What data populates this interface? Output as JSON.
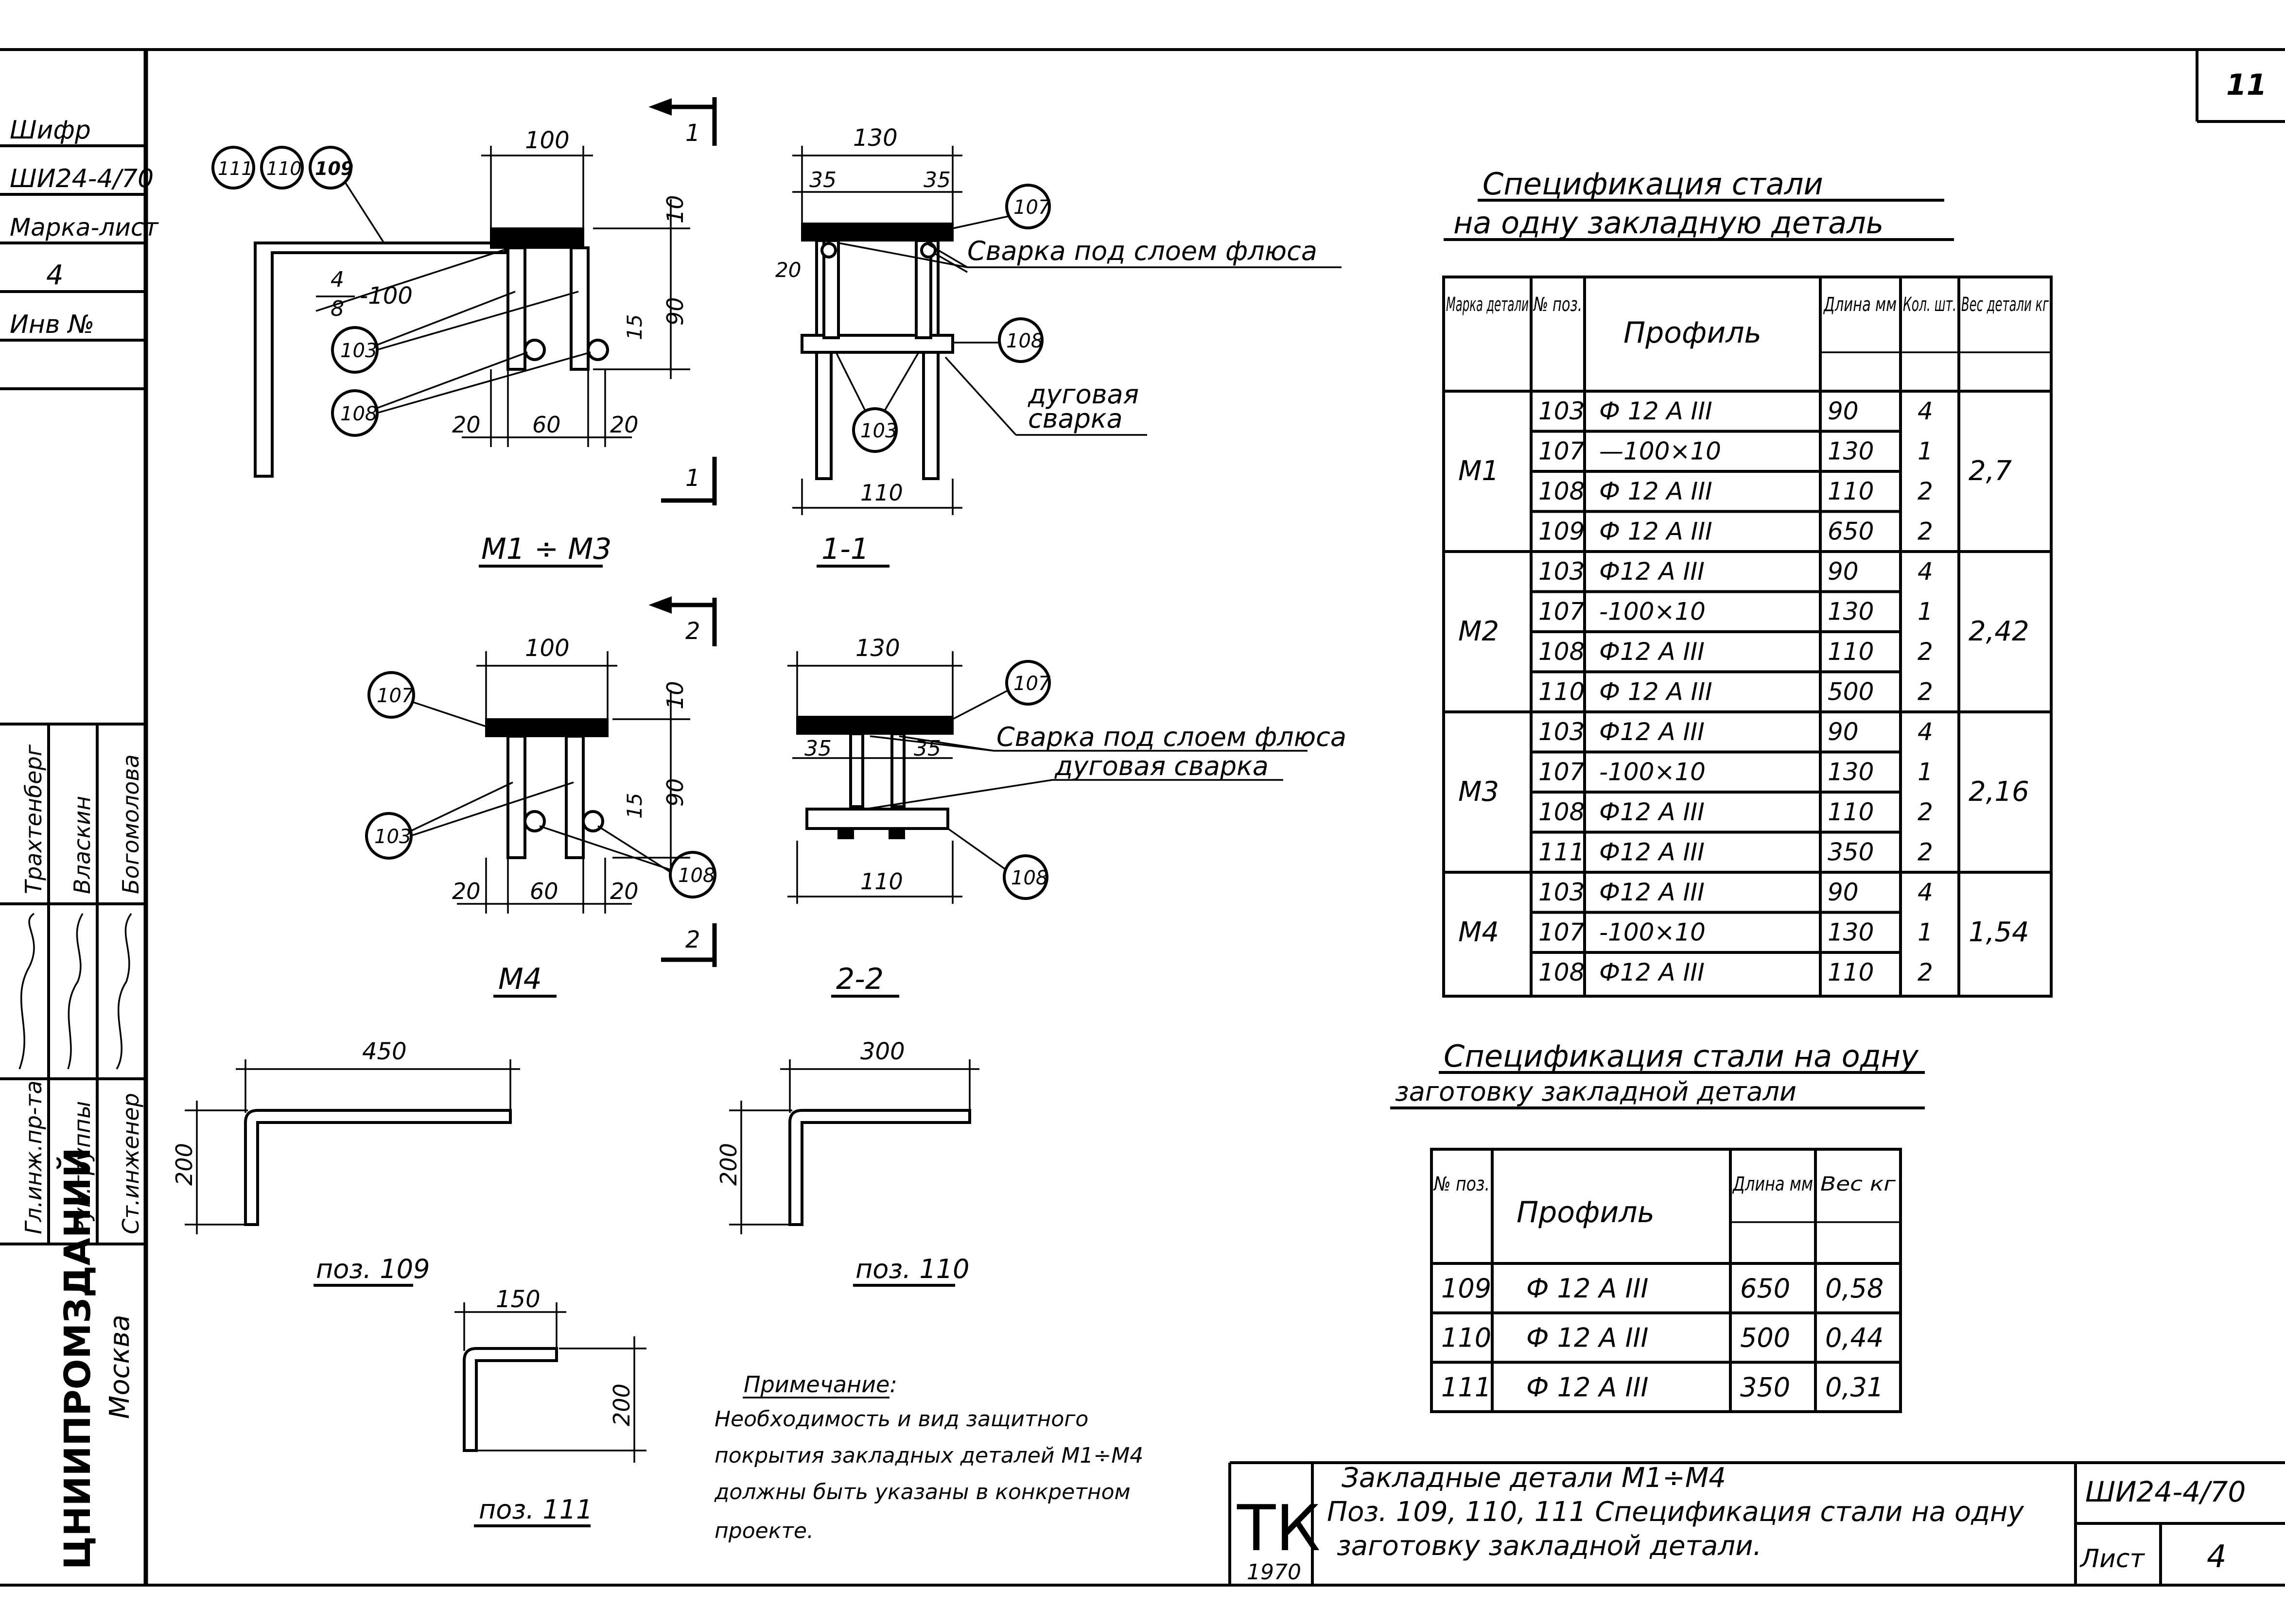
{
  "page_number": "11",
  "stamp": {
    "cipher_label": "Шифр",
    "cipher_value": "ШИ24-4/70",
    "brand_sheet_label": "Марка-лист",
    "brand_sheet_value": "4",
    "inv_label": "Инв №"
  },
  "signature_block": {
    "roles": [
      "Гл.инж.пр-та",
      "Рук.группы",
      "Ст.инженер"
    ],
    "names": [
      "Трахтенберг",
      "Власкин",
      "Богомолова"
    ],
    "org": "ЦНИИПРОМЗДАНИЙ",
    "city": "Москва"
  },
  "views": {
    "m1_m3": {
      "caption": "М1 ÷ М3",
      "dims": {
        "top": "100",
        "plate_t": "10",
        "bar_h": "90",
        "hole": "15",
        "left": "20",
        "mid": "60",
        "right": "20"
      },
      "weld_note_num": "4",
      "weld_note_den": "8",
      "weld_note_len": "-100",
      "callouts": [
        "111",
        "110",
        "109",
        "103",
        "108"
      ],
      "section_mark": "1"
    },
    "section_1_1": {
      "caption": "1-1",
      "dims": {
        "top": "130",
        "left": "35",
        "right": "35",
        "side": "20",
        "bottom": "110"
      },
      "callouts": [
        "107",
        "108",
        "103"
      ],
      "note_flux": "Сварка под слоем флюса",
      "note_arc_1": "дуговая",
      "note_arc_2": "сварка"
    },
    "m4": {
      "caption": "М4",
      "dims": {
        "top": "100",
        "plate_t": "10",
        "bar_h": "90",
        "hole": "15",
        "left": "20",
        "mid": "60",
        "right": "20"
      },
      "callouts": [
        "107",
        "103",
        "108"
      ],
      "section_mark": "2"
    },
    "section_2_2": {
      "caption": "2-2",
      "dims": {
        "top": "130",
        "left": "35",
        "right": "35",
        "bottom": "110"
      },
      "callouts": [
        "107",
        "108"
      ],
      "note_flux": "Сварка под слоем флюса",
      "note_arc": "дуговая сварка"
    },
    "poz109": {
      "caption": "поз. 109",
      "len": "450",
      "height": "200"
    },
    "poz110": {
      "caption": "поз. 110",
      "len": "300",
      "height": "200"
    },
    "poz111": {
      "caption": "поз. 111",
      "len": "150",
      "height": "200"
    }
  },
  "spec_table": {
    "title_line1": "Спецификация стали",
    "title_line2": "на одну закладную деталь",
    "headers": [
      "Марка детали",
      "№ поз.",
      "Профиль",
      "Длина мм",
      "Кол. шт.",
      "Вес детали кг"
    ],
    "groups": [
      {
        "mark": "М1",
        "weight": "2,7",
        "rows": [
          [
            "103",
            "Ф 12 А III",
            "90",
            "4"
          ],
          [
            "107",
            "—100×10",
            "130",
            "1"
          ],
          [
            "108",
            "Ф 12 А III",
            "110",
            "2"
          ],
          [
            "109",
            "Ф 12 А III",
            "650",
            "2"
          ]
        ]
      },
      {
        "mark": "М2",
        "weight": "2,42",
        "rows": [
          [
            "103",
            "Ф12 А III",
            "90",
            "4"
          ],
          [
            "107",
            "-100×10",
            "130",
            "1"
          ],
          [
            "108",
            "Ф12 А III",
            "110",
            "2"
          ],
          [
            "110",
            "Ф 12 А III",
            "500",
            "2"
          ]
        ]
      },
      {
        "mark": "М3",
        "weight": "2,16",
        "rows": [
          [
            "103",
            "Ф12 А III",
            "90",
            "4"
          ],
          [
            "107",
            "-100×10",
            "130",
            "1"
          ],
          [
            "108",
            "Ф12 А III",
            "110",
            "2"
          ],
          [
            "111",
            "Ф12 А III",
            "350",
            "2"
          ]
        ]
      },
      {
        "mark": "М4",
        "weight": "1,54",
        "rows": [
          [
            "103",
            "Ф12 А III",
            "90",
            "4"
          ],
          [
            "107",
            "-100×10",
            "130",
            "1"
          ],
          [
            "108",
            "Ф12 А III",
            "110",
            "2"
          ]
        ]
      }
    ]
  },
  "blank_table": {
    "title_line1": "Спецификация стали на одну",
    "title_line2": "заготовку закладной детали",
    "headers": [
      "№ поз.",
      "Профиль",
      "Длина мм",
      "Вес кг"
    ],
    "rows": [
      [
        "109",
        "Ф 12 А III",
        "650",
        "0,58"
      ],
      [
        "110",
        "Ф 12 А III",
        "500",
        "0,44"
      ],
      [
        "111",
        "Ф 12 А III",
        "350",
        "0,31"
      ]
    ]
  },
  "note": {
    "title": "Примечание:",
    "lines": [
      "Необходимость и вид защитного",
      "покрытия закладных деталей М1÷М4",
      "должны быть указаны в конкретном",
      "проекте."
    ]
  },
  "title_block": {
    "series": "ТК",
    "year": "1970",
    "desc_line1": "Закладные детали М1÷М4",
    "desc_line2": "Поз. 109, 110, 111 Спецификация стали на одну",
    "desc_line3": "заготовку закладной детали.",
    "code": "ШИ24-4/70",
    "sheet_label": "Лист",
    "sheet_num": "4"
  }
}
